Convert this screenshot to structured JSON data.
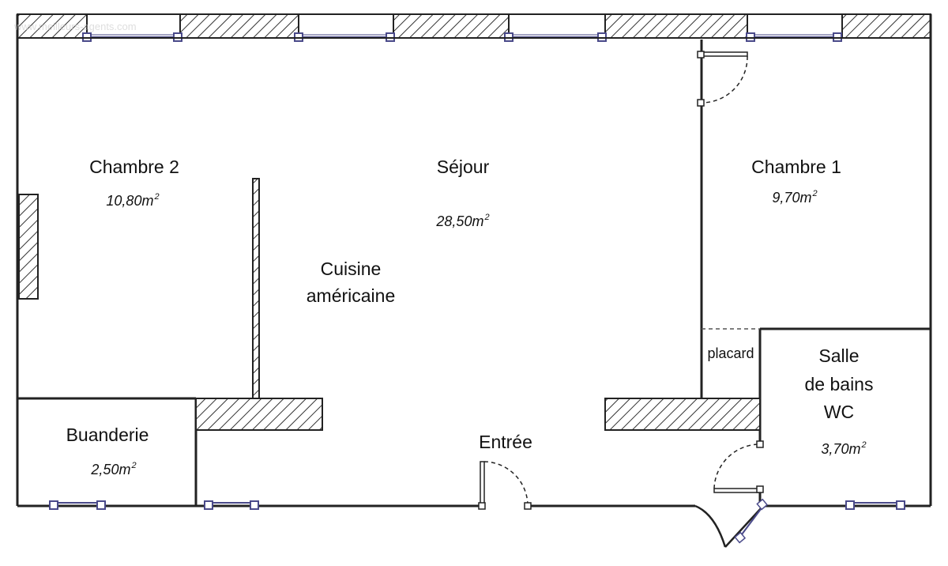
{
  "watermark": "www.meilleurs-agents.com",
  "rooms": [
    {
      "id": "chambre2",
      "name": "Chambre 2",
      "area": "10,80m",
      "unit": "2"
    },
    {
      "id": "sejour",
      "name": "Séjour",
      "area": "28,50m",
      "unit": "2"
    },
    {
      "id": "chambre1",
      "name": "Chambre 1",
      "area": "9,70m",
      "unit": "2"
    },
    {
      "id": "cuisine",
      "name_line1": "Cuisine",
      "name_line2": "américaine"
    },
    {
      "id": "placard",
      "name": "placard"
    },
    {
      "id": "sdb",
      "name_line1": "Salle",
      "name_line2": "de bains",
      "name_line3": "WC",
      "area": "3,70m",
      "unit": "2"
    },
    {
      "id": "buanderie",
      "name": "Buanderie",
      "area": "2,50m",
      "unit": "2"
    },
    {
      "id": "entree",
      "name": "Entrée"
    }
  ],
  "colors": {
    "wall": "#222222",
    "window": "#4a4a8a",
    "hatch": "#333333"
  }
}
